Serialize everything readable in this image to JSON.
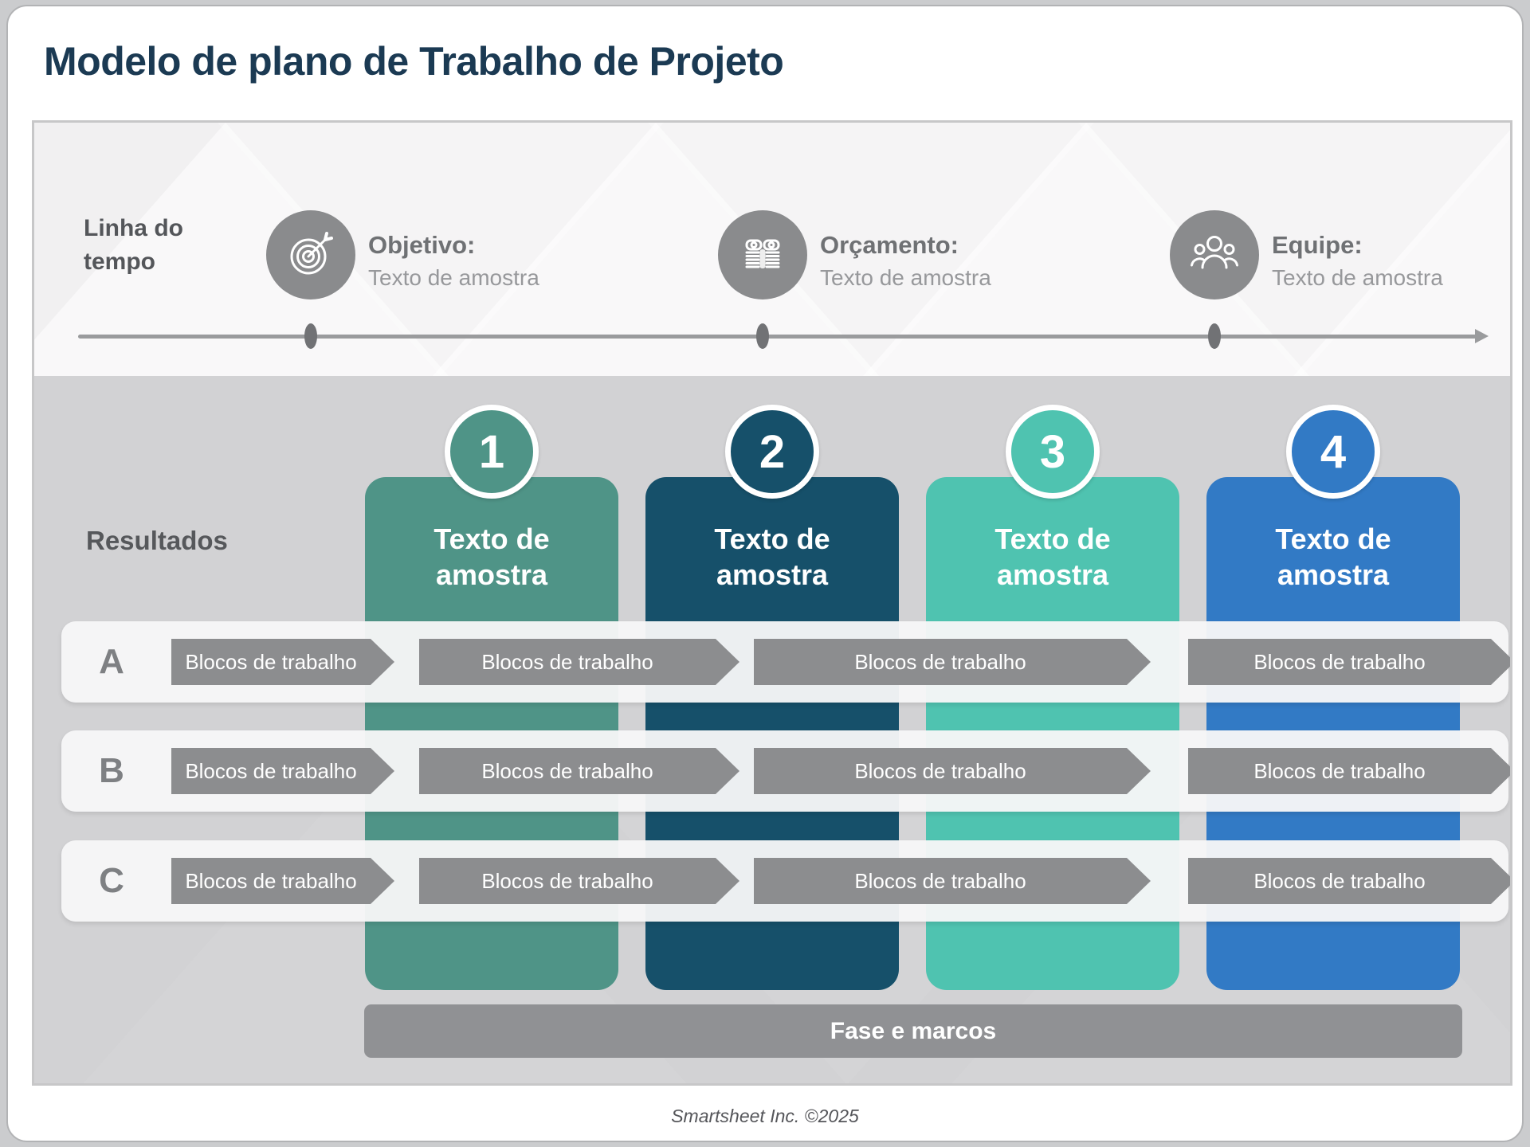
{
  "page": {
    "title": "Modelo de plano de Trabalho de Projeto",
    "footer": "Smartsheet Inc. ©2025"
  },
  "timeline": {
    "section_label": "Linha do tempo",
    "milestones": [
      {
        "icon": "target-icon",
        "heading": "Objetivo:",
        "sample": "Texto de amostra"
      },
      {
        "icon": "money-icon",
        "heading": "Orçamento:",
        "sample": "Texto de amostra"
      },
      {
        "icon": "team-icon",
        "heading": "Equipe:",
        "sample": "Texto de amostra"
      }
    ]
  },
  "results": {
    "section_label": "Resultados",
    "columns": [
      {
        "number": "1",
        "label": "Texto de amostra",
        "color": "#4f9487"
      },
      {
        "number": "2",
        "label": "Texto de amostra",
        "color": "#16506a"
      },
      {
        "number": "3",
        "label": "Texto de amostra",
        "color": "#4fc3b0"
      },
      {
        "number": "4",
        "label": "Texto de amostra",
        "color": "#327ac5"
      }
    ],
    "rows": [
      {
        "label": "A",
        "blocks": [
          "Blocos de trabalho",
          "Blocos de trabalho",
          "Blocos de trabalho",
          "Blocos de trabalho"
        ]
      },
      {
        "label": "B",
        "blocks": [
          "Blocos de trabalho",
          "Blocos de trabalho",
          "Blocos de trabalho",
          "Blocos de trabalho"
        ]
      },
      {
        "label": "C",
        "blocks": [
          "Blocos de trabalho",
          "Blocos de trabalho",
          "Blocos de trabalho",
          "Blocos de trabalho"
        ]
      }
    ],
    "phase_bar_label": "Fase e marcos"
  },
  "colors": {
    "title_text": "#1b3a53",
    "column_1": "#4f9487",
    "column_2": "#16506a",
    "column_3": "#4fc3b0",
    "column_4": "#327ac5",
    "block_arrow": "#8c8d8f",
    "phase_bar": "#909194",
    "timeline_icon_gray": "#8a8b8d",
    "results_background": "#d2d2d4"
  }
}
